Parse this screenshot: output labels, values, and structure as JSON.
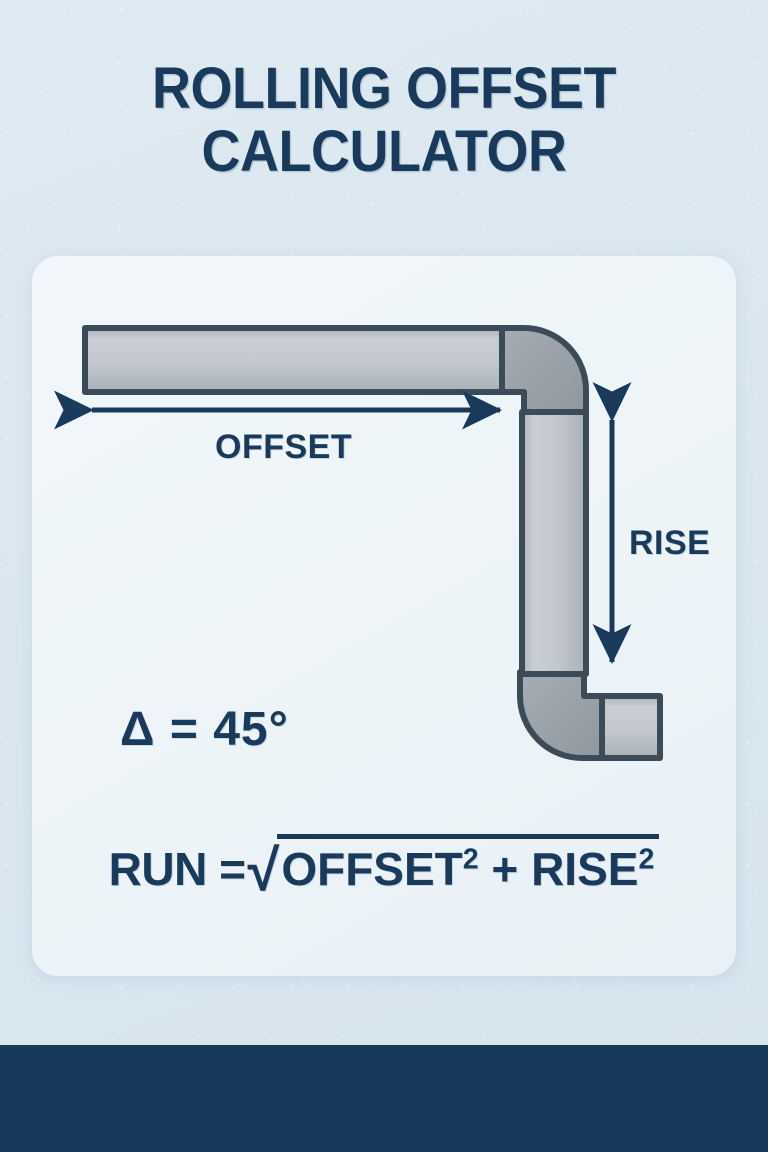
{
  "page": {
    "title_line1": "ROLLING OFFSET",
    "title_line2": "CALCULATOR",
    "background_color": "#dae7f0",
    "card_color": "#edf4f8",
    "accent_navy": "#1a3a5c",
    "footer_color": "#173a5c"
  },
  "diagram": {
    "name": "rolling-offset-pipe-diagram",
    "offset_label": "OFFSET",
    "rise_label": "RISE",
    "pipe_fill_light": "#c6ccd2",
    "pipe_fill_dark": "#9aa2a9",
    "pipe_stroke": "#3c4b58",
    "arrow_color": "#1a3a5c"
  },
  "angle": {
    "symbol": "Δ",
    "equals": "=",
    "value": "45°",
    "full_text": "Δ = 45°"
  },
  "formula": {
    "lhs": "RUN =",
    "radical_sign": "√",
    "term1": "OFFSET",
    "exp1": "2",
    "operator": "+",
    "term2": "RISE",
    "exp2": "2",
    "full_text": "RUN = √(OFFSET² + RISE²)"
  }
}
